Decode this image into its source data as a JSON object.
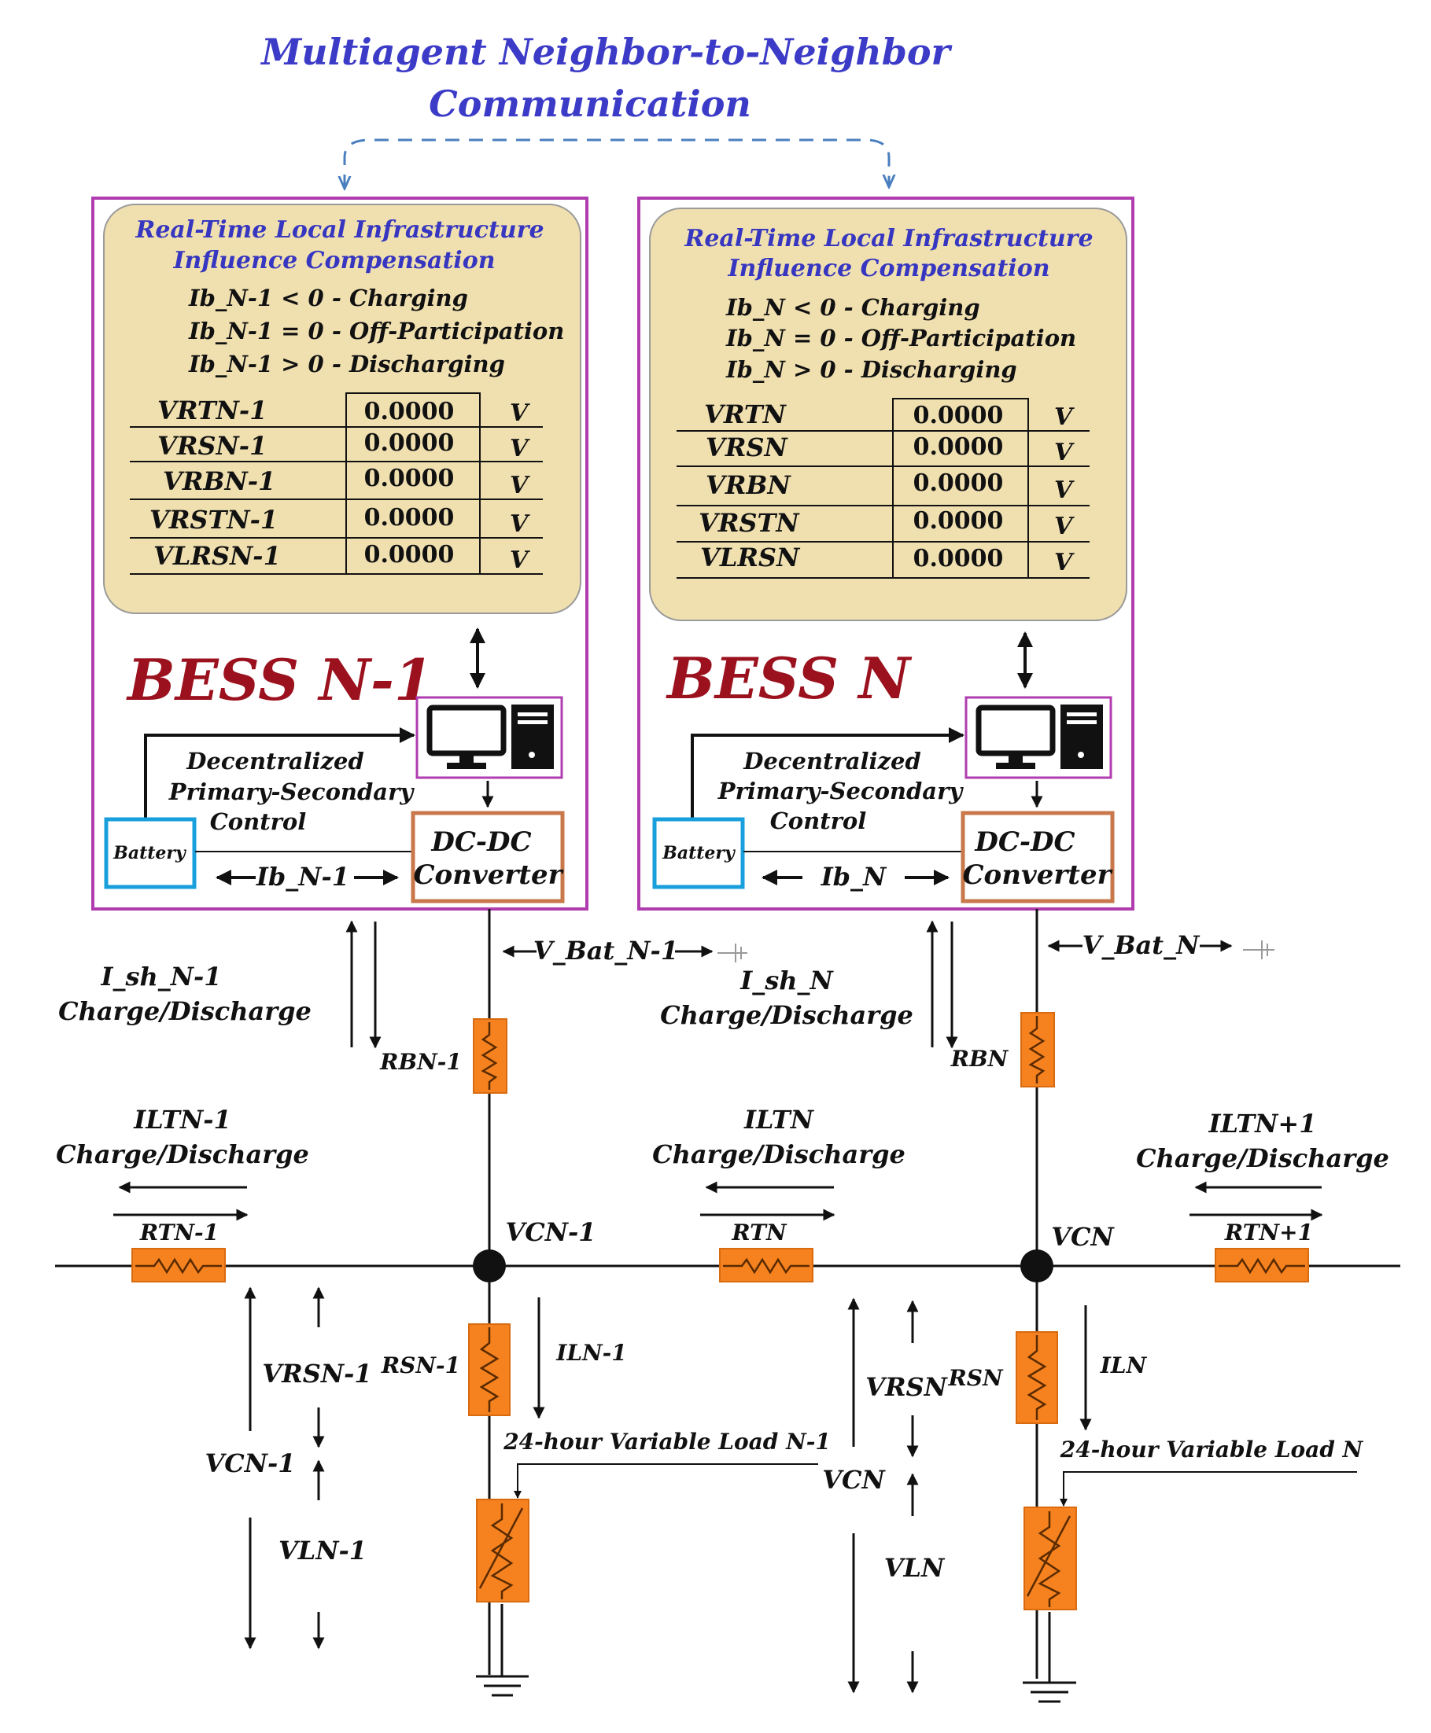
{
  "title": {
    "line1": "Multiagent Neighbor-to-Neighbor",
    "line2": "Communication"
  },
  "colors": {
    "title": "#3b3bc8",
    "panel_border": "#b03cb0",
    "panel_fill": "#f0e0b0",
    "bess_text": "#9b111e",
    "battery_border": "#19a0dc",
    "converter_border": "#c8784a",
    "resistor_fill": "#f5821f"
  },
  "bess_left": {
    "name": "BESS N-1",
    "panel_title_1": "Real-Time Local Infrastructure",
    "panel_title_2": "Influence Compensation",
    "rules": [
      "Ib_N-1 < 0 - Charging",
      "Ib_N-1 = 0 - Off-Participation",
      "Ib_N-1 > 0 - Discharging"
    ],
    "rows": [
      {
        "label": "VRTN-1",
        "value": "0.0000",
        "unit": "V"
      },
      {
        "label": "VRSN-1",
        "value": "0.0000",
        "unit": "V"
      },
      {
        "label": "VRBN-1",
        "value": "0.0000",
        "unit": "V"
      },
      {
        "label": "VRSTN-1",
        "value": "0.0000",
        "unit": "V"
      },
      {
        "label": "VLRSN-1",
        "value": "0.0000",
        "unit": "V"
      }
    ],
    "control_1": "Decentralized",
    "control_2": "Primary-Secondary",
    "control_3": "Control",
    "battery": "Battery",
    "converter_1": "DC-DC",
    "converter_2": "Converter",
    "current": "Ib_N-1",
    "vbat": "V_Bat_N-1",
    "ish_1": "I_sh_N-1",
    "ish_2": "Charge/Discharge",
    "rb": "RBN-1",
    "vcn": "VCN-1",
    "rs": "RSN-1",
    "il": "ILN-1",
    "load": "24-hour Variable Load N-1",
    "vrsn": "VRSN-1",
    "vcn_side": "VCN-1",
    "vln": "VLN-1"
  },
  "bess_right": {
    "name": "BESS N",
    "panel_title_1": "Real-Time Local Infrastructure",
    "panel_title_2": "Influence Compensation",
    "rules": [
      "Ib_N < 0 - Charging",
      "Ib_N = 0 - Off-Participation",
      "Ib_N > 0 - Discharging"
    ],
    "rows": [
      {
        "label": "VRTN",
        "value": "0.0000",
        "unit": "V"
      },
      {
        "label": "VRSN",
        "value": "0.0000",
        "unit": "V"
      },
      {
        "label": "VRBN",
        "value": "0.0000",
        "unit": "V"
      },
      {
        "label": "VRSTN",
        "value": "0.0000",
        "unit": "V"
      },
      {
        "label": "VLRSN",
        "value": "0.0000",
        "unit": "V"
      }
    ],
    "control_1": "Decentralized",
    "control_2": "Primary-Secondary",
    "control_3": "Control",
    "battery": "Battery",
    "converter_1": "DC-DC",
    "converter_2": "Converter",
    "current": "Ib_N",
    "vbat": "V_Bat_N",
    "ish_1": "I_sh_N",
    "ish_2": "Charge/Discharge",
    "rb": "RBN",
    "vcn": "VCN",
    "rs": "RSN",
    "il": "ILN",
    "load": "24-hour Variable Load N",
    "vrsn": "VRSN",
    "vcn_side": "VCN",
    "vln": "VLN"
  },
  "lines": {
    "iltn_minus_1": "ILTN-1",
    "iltn": "ILTN",
    "iltn_plus_1": "ILTN+1",
    "charge_discharge": "Charge/Discharge",
    "rtn_minus_1": "RTN-1",
    "rtn": "RTN",
    "rtn_plus_1": "RTN+1"
  }
}
